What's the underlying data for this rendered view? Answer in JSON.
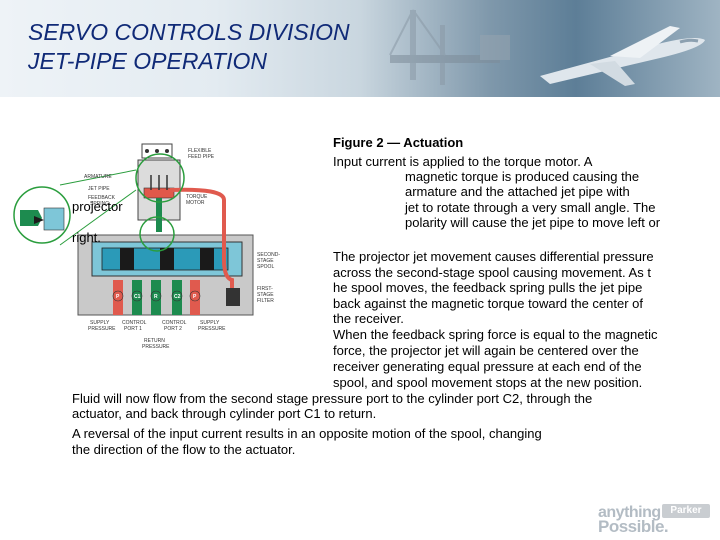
{
  "header": {
    "title_line1": "SERVO CONTROLS DIVISION",
    "title_line2": "JET-PIPE OPERATION"
  },
  "figure": {
    "caption": "Figure 2 — Actuation",
    "labels": {
      "flexible_feed_pipe_1": "FLEXIBLE",
      "flexible_feed_pipe_2": "FEED PIPE",
      "armature": "ARMATURE",
      "jet_pipe": "JET PIPE",
      "feedback_spring_1": "FEEDBACK",
      "feedback_spring_2": "SPRING",
      "torque_motor_1": "TORQUE",
      "torque_motor_2": "MOTOR",
      "second_stage_spool_1": "SECOND-",
      "second_stage_spool_2": "STAGE",
      "second_stage_spool_3": "SPOOL",
      "first_stage_filter_1": "FIRST-",
      "first_stage_filter_2": "STAGE",
      "first_stage_filter_3": "FILTER",
      "port_p_left": "P",
      "port_c1": "C1",
      "port_r": "R",
      "port_c2": "C2",
      "port_p_right": "P",
      "supply_pressure_left_1": "SUPPLY",
      "supply_pressure_left_2": "PRESSURE",
      "control_port1_1": "CONTROL",
      "control_port1_2": "PORT 1",
      "control_port2_1": "CONTROL",
      "control_port2_2": "PORT 2",
      "supply_pressure_right_1": "SUPPLY",
      "supply_pressure_right_2": "PRESSURE",
      "return_pressure_1": "RETURN",
      "return_pressure_2": "PRESSURE"
    }
  },
  "body_text": {
    "p1": [
      "Input current is applied to the torque motor.  A",
      "magnetic torque is produced causing the",
      "armature and the attached jet pipe with",
      "jet to rotate through a very small angle.  The",
      "polarity will cause the jet pipe to move left or"
    ],
    "projector": "projector",
    "right": "right.",
    "p2": [
      "The projector jet movement causes differential pressure",
      "across the second-stage spool causing movement.  As t",
      "he spool moves, the feedback spring pulls the jet pipe",
      "back against the magnetic torque toward the center of",
      "the receiver."
    ],
    "p3": [
      "When the feedback spring force is equal to the magnetic",
      "force, the projector jet will again be centered over the",
      "receiver generating equal pressure at each end of the",
      "spool, and spool movement stops at the new position."
    ],
    "p4": [
      "Fluid will now flow from the second stage pressure port to the cylinder port C2, through the",
      "actuator, and back through cylinder port C1 to return."
    ],
    "p5": [
      "A reversal of the input current results in an opposite motion of the spool, changing",
      " the direction of the flow to the actuator."
    ]
  },
  "footer": {
    "brand_line1": "anything",
    "brand_line2": "Possible.",
    "logo_text": "Parker"
  }
}
